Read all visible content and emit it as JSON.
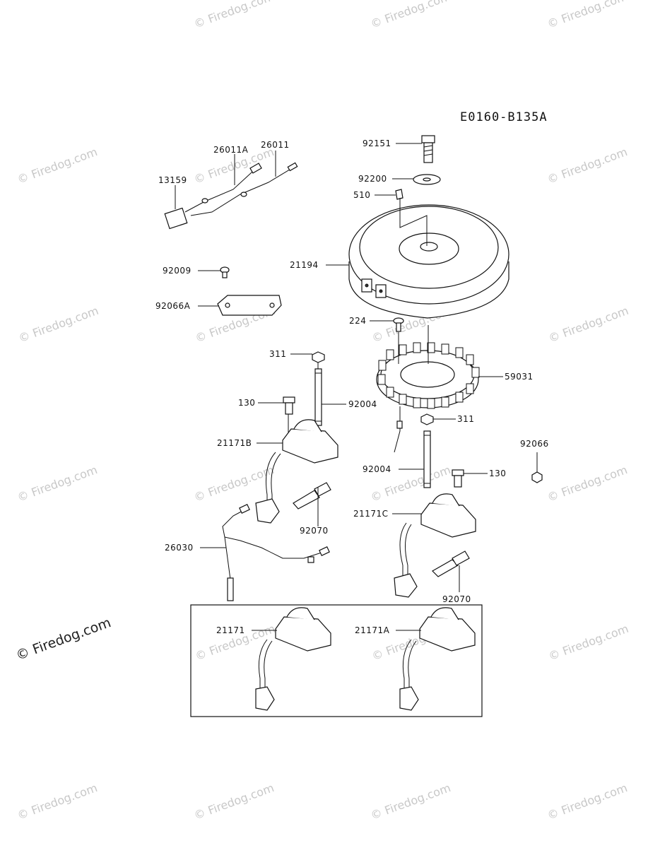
{
  "diagram_code": "E0160-B135A",
  "watermark": {
    "text": "© Firedog.com"
  },
  "labels": {
    "92151": "92151",
    "92200": "92200",
    "510": "510",
    "21194": "21194",
    "224": "224",
    "59031": "59031",
    "311_top": "311",
    "311_right": "311",
    "130_left": "130",
    "130_right": "130",
    "92004_left": "92004",
    "92004_right": "92004",
    "21171B": "21171B",
    "21171C": "21171C",
    "92070_left": "92070",
    "92070_right": "92070",
    "92066": "92066",
    "26030": "26030",
    "26011A": "26011A",
    "26011": "26011",
    "13159": "13159",
    "92009": "92009",
    "92066A": "92066A",
    "21171": "21171",
    "21171A": "21171A"
  }
}
